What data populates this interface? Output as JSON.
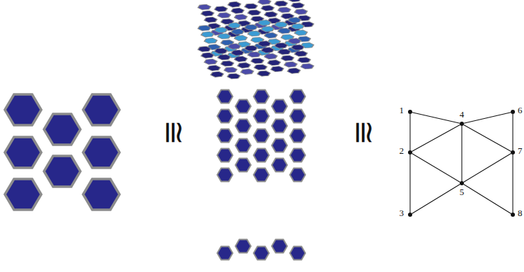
{
  "diagram": {
    "nodes": [
      {
        "text": [
          "1"
        ]
      },
      {
        "text": [
          "2"
        ]
      },
      {
        "text": [
          "3"
        ]
      },
      {
        "text": [
          "4"
        ]
      },
      {
        "text": [
          "5"
        ]
      },
      {
        "text": [
          "6"
        ]
      },
      {
        "text": [
          "7"
        ]
      },
      {
        "text": [
          "8"
        ]
      }
    ],
    "edges": [
      {
        "from": 0,
        "to": 1,
        "arrow": "none"
      },
      {
        "from": 1,
        "to": 2,
        "arrow": "none"
      },
      {
        "from": 0,
        "to": 3,
        "arrow": "none"
      },
      {
        "from": 1,
        "to": 3,
        "arrow": "none"
      },
      {
        "from": 1,
        "to": 4,
        "arrow": "none"
      },
      {
        "from": 2,
        "to": 4,
        "arrow": "none"
      },
      {
        "from": 3,
        "to": 4,
        "arrow": "none"
      },
      {
        "from": 3,
        "to": 5,
        "arrow": "none"
      },
      {
        "from": 3,
        "to": 6,
        "arrow": "none"
      },
      {
        "from": 4,
        "to": 6,
        "arrow": "none"
      },
      {
        "from": 4,
        "to": 7,
        "arrow": "none"
      },
      {
        "from": 5,
        "to": 6,
        "arrow": "none"
      },
      {
        "from": 6,
        "to": 7,
        "arrow": "none"
      }
    ],
    "labels": [
      "≅",
      "≅"
    ]
  }
}
